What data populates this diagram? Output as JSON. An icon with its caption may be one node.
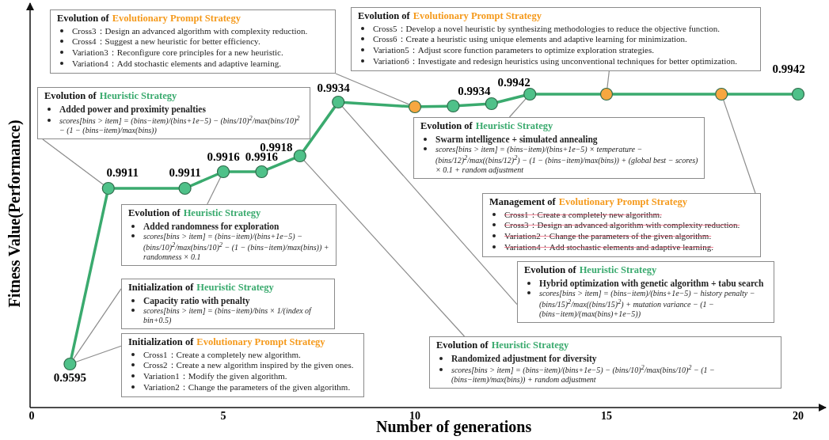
{
  "diagram": {
    "nodes": [
      {
        "text": [
          "Evolution of",
          "Evolutionary Prompt Strategy",
          "Cross3：Design an advanced algorithm with complexity reduction.",
          "Cross4：Suggest a new heuristic for better efficiency.",
          "Variation3：Reconfigure core principles for a new heuristic.",
          "Variation4：Add stochastic elements and adaptive learning."
        ]
      },
      {
        "text": [
          "Evolution of",
          "Evolutionary Prompt Strategy",
          "Cross5：Develop a novel heuristic by synthesizing methodologies to reduce the objective function.",
          "Cross6：Create a heuristic using unique elements and adaptive learning for minimization.",
          "Variation5：Adjust score function parameters to optimize exploration strategies.",
          "Variation6：Investigate and redesign heuristics using unconventional techniques for better optimization."
        ]
      },
      {
        "text": [
          "Evolution of",
          "Heuristic Strategy",
          "Added power and proximity penalties",
          "scores[bins > item] = (bins−item)/(bins+1e−5) − (bins/10)$^{2}$/max(bins/10)$^{2}$ − (1 − (bins−item)/max(bins))"
        ]
      },
      {
        "text": [
          "Evolution of",
          "Heuristic Strategy",
          "Swarm intelligence + simulated annealing",
          "scores[bins > item] = (bins−item)/(bins+1e−5) × temperature − (bins/12)$^{2}$/max((bins/12)$^{2}$) − (1 − (bins−item)/max(bins)) + (global best − scores) × 0.1 + random adjustment"
        ]
      },
      {
        "text": [
          "Management of",
          "Evolutionary Prompt Strategy",
          "Cross1：Create a completely new algorithm.",
          "Cross3：Design an advanced algorithm with complexity reduction.",
          "Variation2：Change the parameters of the given algorithm.",
          "Variation4：Add stochastic elements and adaptive learning."
        ]
      },
      {
        "text": [
          "Evolution of",
          "Heuristic Strategy",
          "Added randomness for exploration",
          "scores[bins > item] = (bins−item)/(bins+1e−5) − (bins/10)$^{2}$/max(bins/10)$^{2}$ − (1 − (bins−item)/max(bins)) + randomness × 0.1"
        ]
      },
      {
        "text": [
          "Evolution of",
          "Heuristic Strategy",
          "Hybrid optimization with genetic algorithm + tabu search",
          "scores[bins > item] = (bins−item)/(bins+1e−5) − history penalty − (bins/15)$^{2}$/max((bins/15)$^{2}$) + mutation variance − (1 − (bins−item)/(max(bins)+1e−5))"
        ]
      },
      {
        "text": [
          "Initialization of",
          "Heuristic Strategy",
          "Capacity ratio with penalty",
          "scores[bins > item] = (bins−item)/bins × 1/(index of bin+0.5)"
        ]
      },
      {
        "text": [
          "Evolution of",
          "Heuristic Strategy",
          "Randomized adjustment for diversity",
          "scores[bins > item] = (bins−item)/(bins+1e−5) − (bins/10)$^{2}$/max(bins/10)$^{2}$ − (1 − (bins−item)/max(bins)) + random adjustment"
        ]
      },
      {
        "text": [
          "Initialization of",
          "Evolutionary Prompt Strategy",
          "Cross1：Create a completely new algorithm.",
          "Cross2：Create a new algorithm inspired by the given ones.",
          "Variation1：Modify the given algorithm.",
          "Variation2：Change the parameters of the given algorithm."
        ]
      },
      {
        "text": [],
        "shape": "circle",
        "beside": [
          "0.9595"
        ]
      },
      {
        "text": [],
        "shape": "circle",
        "beside": [
          "0.9911"
        ]
      },
      {
        "text": [],
        "shape": "circle",
        "beside": [
          "0.9911"
        ]
      },
      {
        "text": [],
        "shape": "circle",
        "beside": [
          "0.9916"
        ]
      },
      {
        "text": [],
        "shape": "circle",
        "beside": [
          "0.9916"
        ]
      },
      {
        "text": [],
        "shape": "circle",
        "beside": [
          "0.9918"
        ]
      },
      {
        "text": [],
        "shape": "circle",
        "beside": [
          "0.9934"
        ]
      },
      {
        "text": [],
        "shape": "circle"
      },
      {
        "text": [],
        "shape": "circle"
      },
      {
        "text": [],
        "shape": "circle",
        "beside": [
          "0.9934"
        ]
      },
      {
        "text": [],
        "shape": "circle",
        "beside": [
          "0.9942"
        ]
      },
      {
        "text": [],
        "shape": "circle"
      },
      {
        "text": [],
        "shape": "circle"
      },
      {
        "text": [],
        "shape": "circle",
        "beside": [
          "0.9942"
        ]
      }
    ],
    "edges": [
      {
        "from": 0,
        "to": 17,
        "arrow": "none",
        "color": "#8c8c8c"
      },
      {
        "from": 1,
        "to": 21,
        "arrow": "none",
        "color": "#8c8c8c"
      },
      {
        "from": 2,
        "to": 11,
        "arrow": "none",
        "color": "#8c8c8c"
      },
      {
        "from": 3,
        "to": 20,
        "arrow": "none",
        "color": "#8c8c8c"
      },
      {
        "from": 4,
        "to": 22,
        "arrow": "none",
        "color": "#8c8c8c"
      },
      {
        "from": 5,
        "to": 13,
        "arrow": "none",
        "color": "#8c8c8c"
      },
      {
        "from": 6,
        "to": 16,
        "arrow": "none",
        "color": "#8c8c8c"
      },
      {
        "from": 7,
        "to": 10,
        "arrow": "none",
        "color": "#8c8c8c"
      },
      {
        "from": 8,
        "to": 15,
        "arrow": "none",
        "color": "#8c8c8c"
      },
      {
        "from": 9,
        "to": 10,
        "arrow": "none",
        "color": "#8c8c8c"
      },
      {
        "from": 10,
        "to": 11,
        "arrow": "none"
      },
      {
        "from": 11,
        "to": 12,
        "arrow": "none"
      },
      {
        "from": 12,
        "to": 13,
        "arrow": "none"
      },
      {
        "from": 13,
        "to": 14,
        "arrow": "none"
      },
      {
        "from": 14,
        "to": 15,
        "arrow": "none"
      },
      {
        "from": 15,
        "to": 16,
        "arrow": "none"
      },
      {
        "from": 16,
        "to": 17,
        "arrow": "none"
      },
      {
        "from": 17,
        "to": 18,
        "arrow": "none"
      },
      {
        "from": 18,
        "to": 19,
        "arrow": "none"
      },
      {
        "from": 19,
        "to": 20,
        "arrow": "none"
      },
      {
        "from": 20,
        "to": 21,
        "arrow": "none"
      },
      {
        "from": 21,
        "to": 22,
        "arrow": "none"
      },
      {
        "from": 22,
        "to": 23,
        "arrow": "none"
      }
    ],
    "labels": [
      "Fitness Value(Performance)",
      "0",
      "5",
      "10",
      "15",
      "20",
      "Number of generations"
    ]
  }
}
